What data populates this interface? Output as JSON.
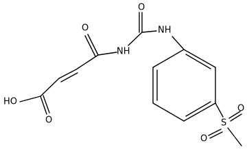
{
  "structure": {
    "atoms": {
      "acid_oh": "HO",
      "acid_carbonyl_o": "O",
      "amide_o": "O",
      "imide_nh": "NH",
      "urea_o": "O",
      "aniline_nh": "NH",
      "sulfur": "S",
      "sulfonyl_o_left": "O",
      "sulfonyl_o_right": "O"
    }
  },
  "colors": {
    "bond": "#000000",
    "label": "#000000",
    "background": "#ffffff"
  }
}
